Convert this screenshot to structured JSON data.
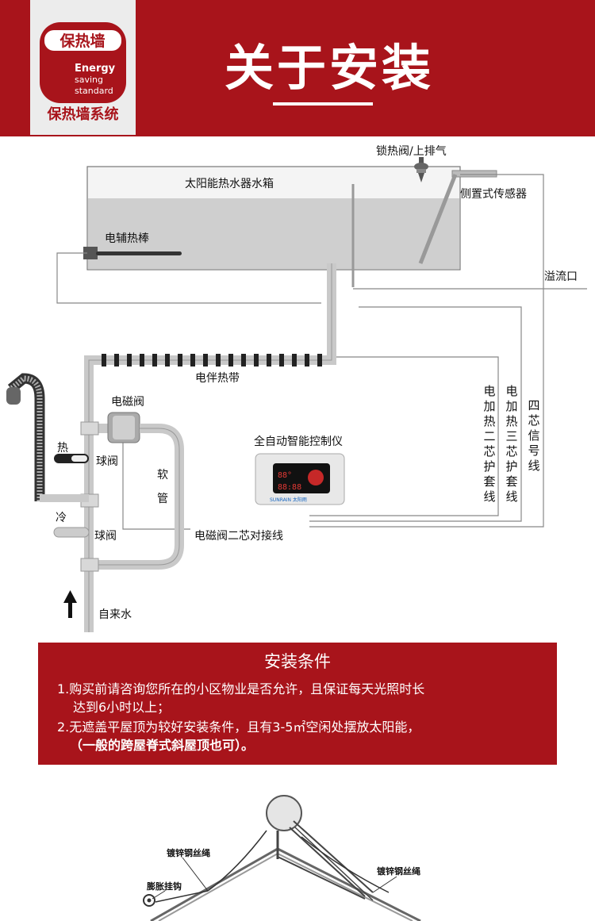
{
  "header": {
    "logo_badge_text": "保热墙",
    "logo_sub_1": "Energy",
    "logo_sub_2": "saving",
    "logo_sub_3": "standard",
    "logo_caption": "保热墙系统",
    "title": "关于安装",
    "bg_color": "#a8141b"
  },
  "diagram": {
    "vent_valve": "锁热阀/上排气",
    "tank": "太阳能热水器水箱",
    "side_sensor": "侧置式传感器",
    "heater_rod": "电辅热棒",
    "overflow": "溢流口",
    "heat_tape": "电伴热带",
    "solenoid_valve": "电磁阀",
    "hot": "热",
    "ball_valve_1": "球阀",
    "hose": "软管",
    "cold": "冷",
    "ball_valve_2": "球阀",
    "tap_water": "自来水",
    "controller": "全自动智能控制仪",
    "controller_brand": "SUNRAIN 太阳雨",
    "controller_display_1": "88°",
    "controller_display_2": "88:88",
    "solenoid_wire": "电磁阀二芯对接线",
    "wire_2core": "电加热二芯护套线",
    "wire_3core": "电加热三芯护套线",
    "wire_signal": "四芯信号线"
  },
  "conditions": {
    "title": "安装条件",
    "line1": "1.购买前请咨询您所在的小区物业是否允许，且保证每天光照时长",
    "line2": "达到6小时以上；",
    "line3": "2.无遮盖平屋顶为较好安装条件，且有3-5㎡空闲处摆放太阳能，",
    "line4": "（一般的跨屋脊式斜屋顶也可）。"
  },
  "roof": {
    "wire_left": "镀锌钢丝绳",
    "wire_right": "镀锌钢丝绳",
    "hook": "膨胀挂钩"
  }
}
